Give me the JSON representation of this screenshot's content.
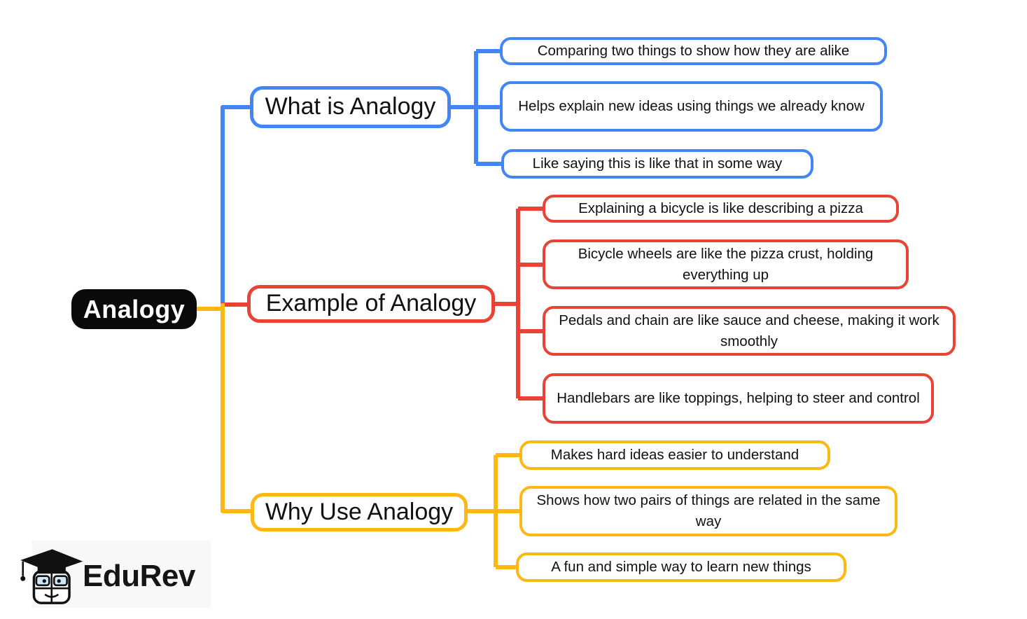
{
  "palette": {
    "blue": "#4285F4",
    "red": "#E84335",
    "yellow": "#FDB813",
    "root_bg": "#0A0A0A",
    "text": "#111111",
    "background": "#FFFFFF"
  },
  "root": {
    "label": "Analogy"
  },
  "branches": [
    {
      "id": "what-is-analogy",
      "label": "What is Analogy",
      "color": "#4285F4",
      "children": [
        "Comparing two things to show how they are alike",
        "Helps explain new ideas using things we already know",
        "Like saying this is like that in some way"
      ]
    },
    {
      "id": "example-of-analogy",
      "label": "Example of Analogy",
      "color": "#E84335",
      "children": [
        "Explaining a bicycle is like describing a pizza",
        "Bicycle wheels are like the pizza crust, holding everything up",
        "Pedals and chain are like sauce and cheese, making it work smoothly",
        "Handlebars are like toppings, helping to steer and control"
      ]
    },
    {
      "id": "why-use-analogy",
      "label": "Why Use Analogy",
      "color": "#FDB813",
      "children": [
        "Makes hard ideas easier to understand",
        "Shows how two pairs of things are related in the same way",
        "A fun and simple way to learn new things"
      ]
    }
  ],
  "logo": {
    "text": "EduRev"
  }
}
